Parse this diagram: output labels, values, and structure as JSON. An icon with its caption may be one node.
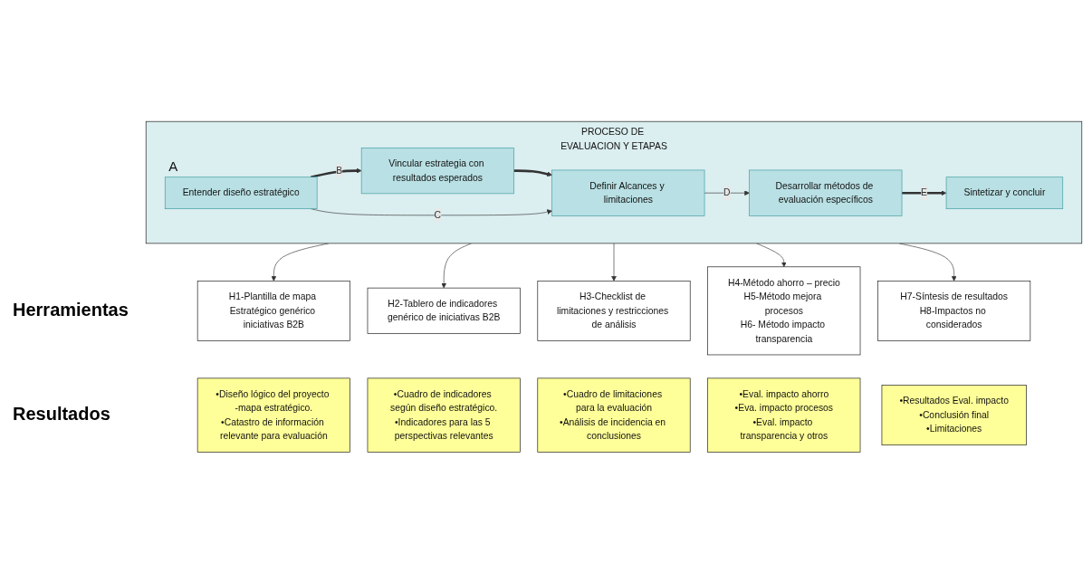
{
  "diagram": {
    "nodes": [
      {
        "text": [
          "PROCESO DE EVALUACION Y ETAPAS"
        ]
      },
      {
        "text": [
          "Entender diseño estratégico"
        ],
        "in": 0,
        "beside": [
          "A"
        ]
      },
      {
        "text": [
          "Vincular estrategia con resultados esperados"
        ],
        "in": 0
      },
      {
        "text": [
          "Definir Alcances y limitaciones"
        ],
        "in": 0
      },
      {
        "text": [
          "Desarrollar métodos de evaluación específicos"
        ],
        "in": 0
      },
      {
        "text": [
          "Sintetizar y concluir"
        ],
        "in": 0
      },
      {
        "text": [
          "H1-Plantilla de mapa Estratégico genérico iniciativas B2B"
        ]
      },
      {
        "text": [
          "H2-Tablero de indicadores genérico de iniciativas B2B"
        ]
      },
      {
        "text": [
          "H3-Checklist de limitaciones y restricciones de análisis"
        ]
      },
      {
        "text": [
          "H4-Método ahorro – precio",
          "H5-Método mejora procesos",
          "H6- Método impacto transparencia"
        ]
      },
      {
        "text": [
          "H7-Síntesis de resultados",
          "H8-Impactos no considerados"
        ]
      },
      {
        "text": [
          "•Diseño lógico del proyecto -mapa estratégico.",
          "•Catastro de información relevante para evaluación"
        ]
      },
      {
        "text": [
          "•Cuadro de indicadores según diseño estratégico.",
          "•Indicadores para las 5 perspectivas relevantes"
        ]
      },
      {
        "text": [
          "•Cuadro de limitaciones para la evaluación",
          "•Análisis de incidencia en conclusiones"
        ]
      },
      {
        "text": [
          "•Eval. impacto ahorro",
          "•Eva. impacto procesos",
          "•Eval. impacto transparencia y otros"
        ]
      },
      {
        "text": [
          "•Resultados Eval. impacto",
          "•Conclusión final",
          "•Limitaciones"
        ]
      }
    ],
    "edges": [
      {
        "from": 1,
        "to": 2,
        "arrow": "to",
        "label": "B",
        "style": "thick"
      },
      {
        "from": 2,
        "to": 3,
        "arrow": "to",
        "style": "thick"
      },
      {
        "from": 1,
        "to": 3,
        "arrow": "to",
        "label": "C"
      },
      {
        "from": 3,
        "to": 4,
        "arrow": "to",
        "label": "D"
      },
      {
        "from": 4,
        "to": 5,
        "arrow": "to",
        "label": "E",
        "style": "thick"
      },
      {
        "from": 0,
        "to": 6,
        "arrow": "to"
      },
      {
        "from": 0,
        "to": 7,
        "arrow": "to"
      },
      {
        "from": 0,
        "to": 8,
        "arrow": "to"
      },
      {
        "from": 0,
        "to": 9,
        "arrow": "to"
      },
      {
        "from": 0,
        "to": 10,
        "arrow": "to"
      }
    ],
    "labels": [
      "Herramientas",
      "Resultados"
    ]
  }
}
